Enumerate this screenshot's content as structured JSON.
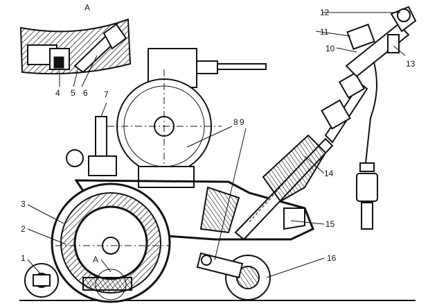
{
  "detail_title": "A",
  "section_mark": "A",
  "labels": [
    "1",
    "2",
    "3",
    "4",
    "5",
    "6",
    "7",
    "8",
    "9",
    "10",
    "11",
    "12",
    "13",
    "14",
    "15",
    "16"
  ]
}
